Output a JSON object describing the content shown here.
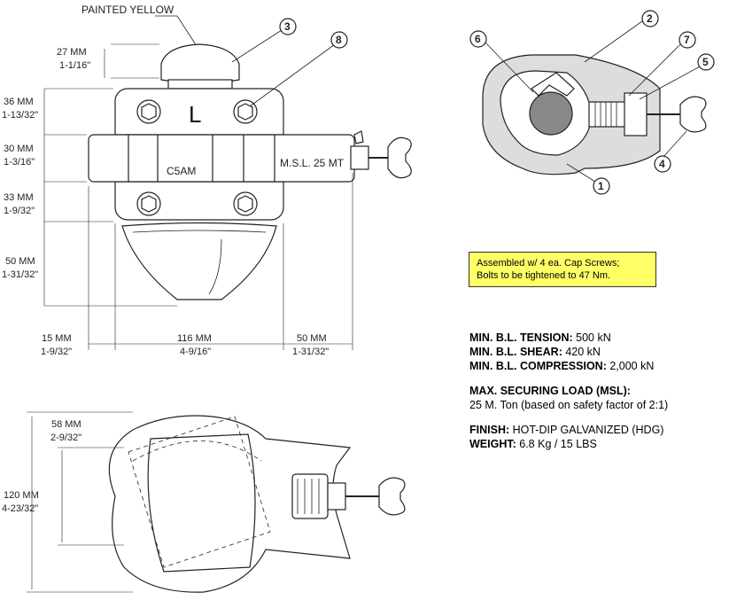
{
  "front_view": {
    "painted_label": "PAINTED YELLOW",
    "dims_left": [
      {
        "mm": "27 MM",
        "inch": "1-1/16\""
      },
      {
        "mm": "36 MM",
        "inch": "1-13/32\""
      },
      {
        "mm": "30 MM",
        "inch": "1-3/16\""
      },
      {
        "mm": "33 MM",
        "inch": "1-9/32\""
      },
      {
        "mm": "50 MM",
        "inch": "1-31/32\""
      }
    ],
    "dims_bottom": [
      {
        "mm": "15 MM",
        "inch": "1-9/32\""
      },
      {
        "mm": "116 MM",
        "inch": "4-9/16\""
      },
      {
        "mm": "50 MM",
        "inch": "1-31/32\""
      }
    ],
    "body_letter": "L",
    "model_text": "C5AM",
    "msl_text": "M.S.L. 25 MT",
    "callouts": [
      "3",
      "8"
    ]
  },
  "section_view": {
    "callouts": [
      "6",
      "2",
      "7",
      "5",
      "4",
      "1"
    ]
  },
  "top_view": {
    "dims": [
      {
        "mm": "58 MM",
        "inch": "2-9/32\""
      },
      {
        "mm": "120 MM",
        "inch": "4-23/32\""
      }
    ]
  },
  "note": {
    "line1": "Assembled w/ 4 ea. Cap Screws;",
    "line2": "Bolts to be tightened to 47 Nm."
  },
  "specs": {
    "tension_label": "MIN. B.L. TENSION:",
    "tension_value": " 500 kN",
    "shear_label": "MIN. B.L. SHEAR:",
    "shear_value": " 420 kN",
    "compression_label": "MIN. B.L. COMPRESSION:",
    "compression_value": " 2,000 kN",
    "msl_label": "MAX. SECURING LOAD (MSL):",
    "msl_value": "25 M. Ton (based on safety factor of 2:1)",
    "finish_label": "FINISH:",
    "finish_value": " HOT-DIP GALVANIZED (HDG)",
    "weight_label": "WEIGHT:",
    "weight_value": " 6.8 Kg / 15 LBS"
  }
}
